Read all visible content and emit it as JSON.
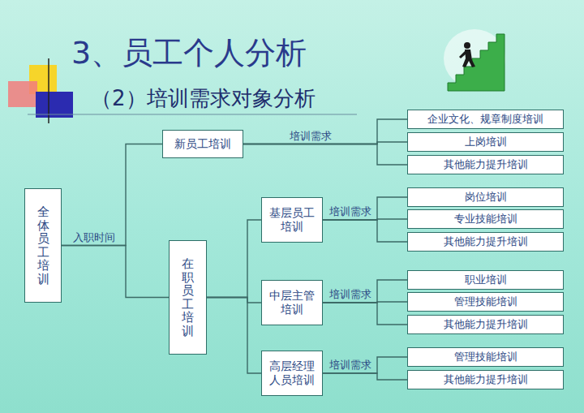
{
  "diagram": {
    "title": "3、员工个人分析",
    "nodes": [
      {
        "text": [
          "全体员工培训"
        ]
      },
      {
        "text": [
          "新员工培训"
        ]
      },
      {
        "text": [
          "在职员工培训"
        ]
      },
      {
        "text": [
          "基层员工培训"
        ]
      },
      {
        "text": [
          "中层主管培训"
        ]
      },
      {
        "text": [
          "高层经理人员培训"
        ]
      },
      {
        "text": [
          "企业文化、规章制度培训"
        ]
      },
      {
        "text": [
          "上岗培训"
        ]
      },
      {
        "text": [
          "其他能力提升培训"
        ]
      },
      {
        "text": [
          "岗位培训"
        ]
      },
      {
        "text": [
          "专业技能培训"
        ]
      },
      {
        "text": [
          "其他能力提升培训"
        ]
      },
      {
        "text": [
          "职业培训"
        ]
      },
      {
        "text": [
          "管理技能培训"
        ]
      },
      {
        "text": [
          "其他能力提升培训"
        ]
      },
      {
        "text": [
          "管理技能培训"
        ]
      },
      {
        "text": [
          "其他能力提升培训"
        ]
      }
    ],
    "edges": [
      {
        "from": 0,
        "to": 1,
        "arrow": "none",
        "label": "入职时间"
      },
      {
        "from": 0,
        "to": 2,
        "arrow": "none"
      },
      {
        "from": 1,
        "to": 6,
        "arrow": "none",
        "label": "培训需求"
      },
      {
        "from": 1,
        "to": 7,
        "arrow": "none"
      },
      {
        "from": 1,
        "to": 8,
        "arrow": "none"
      },
      {
        "from": 2,
        "to": 3,
        "arrow": "none"
      },
      {
        "from": 2,
        "to": 4,
        "arrow": "none"
      },
      {
        "from": 2,
        "to": 5,
        "arrow": "none"
      },
      {
        "from": 3,
        "to": 9,
        "arrow": "none",
        "label": "培训需求"
      },
      {
        "from": 3,
        "to": 10,
        "arrow": "none"
      },
      {
        "from": 3,
        "to": 11,
        "arrow": "none"
      },
      {
        "from": 4,
        "to": 12,
        "arrow": "none",
        "label": "培训需求"
      },
      {
        "from": 4,
        "to": 13,
        "arrow": "none"
      },
      {
        "from": 4,
        "to": 14,
        "arrow": "none"
      },
      {
        "from": 5,
        "to": 15,
        "arrow": "none",
        "label": "培训需求"
      },
      {
        "from": 5,
        "to": 16,
        "arrow": "none"
      }
    ],
    "labels": [
      "（2）培训需求对象分析"
    ]
  }
}
